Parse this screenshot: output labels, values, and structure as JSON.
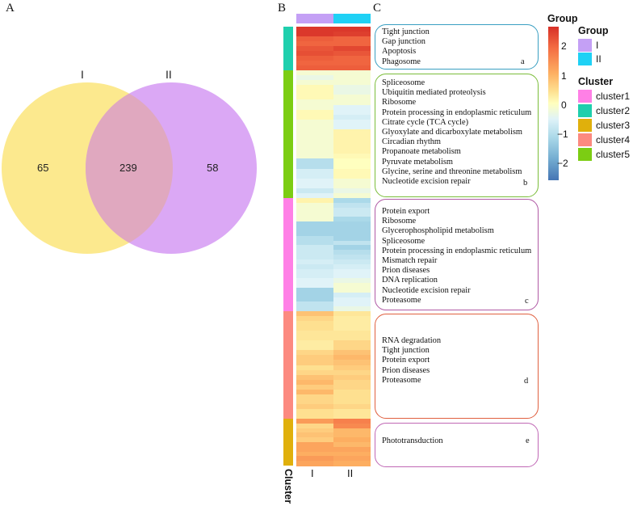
{
  "panels": {
    "A": "A",
    "B": "B",
    "C": "C"
  },
  "venn": {
    "set_labels": [
      "I",
      "II"
    ],
    "only_I": "65",
    "intersection": "239",
    "only_II": "58",
    "colors": {
      "I": "#fce98e",
      "II": "#dba8f5",
      "overlap": "#e0a8bf"
    }
  },
  "heatmap": {
    "column_labels": [
      "I",
      "II"
    ],
    "cluster_axis_label": "Cluster",
    "group_colors": {
      "I": "#c4a0f5",
      "II": "#1fd1f5"
    },
    "cluster_colors": {
      "cluster1": "#ff80e6",
      "cluster2": "#1fcfad",
      "cluster3": "#e0b00c",
      "cluster4": "#fc8a80",
      "cluster5": "#7ccd13"
    }
  },
  "pathway_boxes": [
    {
      "letter": "a",
      "border": "#3a9fc2",
      "items": [
        "Tight junction",
        "Gap junction",
        "Apoptosis",
        "Phagosome"
      ]
    },
    {
      "letter": "b",
      "border": "#7bbd3a",
      "items": [
        "Spliceosome",
        "Ubiquitin mediated proteolysis",
        "Ribosome",
        "Protein processing in endoplasmic reticulum",
        "Citrate cycle (TCA cycle)",
        "Glyoxylate and dicarboxylate metabolism",
        "Circadian rhythm",
        "Propanoate metabolism",
        "Pyruvate metabolism",
        "Glycine, serine and threonine metabolism",
        "Nucleotide excision repair"
      ]
    },
    {
      "letter": "c",
      "border": "#b05aa5",
      "items": [
        "Protein export",
        "Ribosome",
        "Glycerophospholipid metabolism",
        "Spliceosome",
        "Protein processing in endoplasmic reticulum",
        "Mismatch repair",
        "Prion diseases",
        "DNA replication",
        "Nucleotide excision repair",
        "Proteasome"
      ]
    },
    {
      "letter": "d",
      "border": "#e06040",
      "items": [
        "RNA degradation",
        "Tight junction",
        "Protein export",
        "Prion diseases",
        "Proteasome"
      ]
    },
    {
      "letter": "e",
      "border": "#c068b5",
      "items": [
        "Phototransduction"
      ]
    }
  ],
  "legend": {
    "colorbar_title": "Group",
    "colorbar_ticks": [
      "2",
      "1",
      "0",
      "−1",
      "−2"
    ],
    "group_title": "Group",
    "group_items": [
      "I",
      "II"
    ],
    "cluster_title": "Cluster",
    "cluster_items": [
      "cluster1",
      "cluster2",
      "cluster3",
      "cluster4",
      "cluster5"
    ]
  },
  "chart_data": [
    {
      "type": "venn",
      "title": "A",
      "sets": [
        "I",
        "II"
      ],
      "values": {
        "I_only": 65,
        "I_and_II": 239,
        "II_only": 58
      }
    },
    {
      "type": "heatmap",
      "title": "B",
      "columns": [
        "I",
        "II"
      ],
      "color_scale": {
        "min": -2.5,
        "max": 2.5,
        "low": "#4575b4",
        "mid": "#ffffbf",
        "high": "#d73027",
        "ticks": [
          2,
          1,
          0,
          -1,
          -2
        ]
      },
      "row_clusters": [
        {
          "name": "cluster2",
          "approx_rows": 9,
          "approx_values": {
            "I": [
              2.4,
              2.4,
              1.9,
              1.8,
              2.0,
              2.1,
              1.9,
              1.8,
              1.9
            ],
            "II": [
              2.4,
              2.3,
              1.8,
              1.8,
              2.2,
              2.0,
              1.8,
              1.8,
              1.9
            ]
          }
        },
        {
          "name": "cluster5",
          "approx_rows": 26,
          "approx_values": {
            "I": [
              -0.1,
              -0.2,
              -0.1,
              0.1,
              0.1,
              0.1,
              -0.1,
              -0.1,
              0.1,
              0.1,
              -0.1,
              -0.1,
              -0.1,
              -0.1,
              -0.1,
              -0.1,
              -0.1,
              -0.1,
              -0.7,
              -0.7,
              -0.4,
              -0.4,
              -0.3,
              -0.3,
              -0.5,
              -0.3
            ],
            "II": [
              -0.1,
              -0.1,
              -0.1,
              -0.2,
              -0.2,
              -0.1,
              -0.1,
              -0.3,
              -0.3,
              -0.4,
              -0.3,
              -0.3,
              0.2,
              0.2,
              0.2,
              0.2,
              0.2,
              0.1,
              0.0,
              0.0,
              0.1,
              0.1,
              -0.1,
              -0.1,
              -0.2,
              -0.1
            ]
          }
        },
        {
          "name": "cluster1",
          "approx_rows": 24,
          "approx_values": {
            "I": [
              0.2,
              -0.1,
              -0.1,
              -0.1,
              -0.1,
              -0.9,
              -0.9,
              -0.9,
              -0.7,
              -0.7,
              -0.5,
              -0.5,
              -0.5,
              -0.4,
              -0.5,
              -0.4,
              -0.4,
              -0.3,
              -0.3,
              -0.9,
              -0.9,
              -0.9,
              -0.6,
              -0.6
            ],
            "II": [
              -0.8,
              -0.6,
              -0.5,
              -0.5,
              -0.8,
              -0.9,
              -0.9,
              -0.9,
              -0.9,
              -0.6,
              -0.9,
              -0.7,
              -0.6,
              -0.5,
              -0.4,
              -0.3,
              -0.3,
              -0.2,
              -0.1,
              -0.1,
              -0.4,
              -0.3,
              -0.3,
              -0.2
            ]
          }
        },
        {
          "name": "cluster4",
          "approx_rows": 22,
          "approx_values": {
            "I": [
              0.8,
              0.6,
              0.5,
              0.5,
              0.4,
              0.4,
              0.3,
              0.3,
              0.6,
              0.7,
              0.7,
              0.5,
              0.6,
              0.8,
              0.9,
              0.7,
              0.9,
              0.6,
              0.6,
              0.7,
              0.5,
              0.5
            ],
            "II": [
              0.4,
              0.3,
              0.3,
              0.3,
              0.4,
              0.4,
              0.6,
              0.6,
              0.8,
              0.9,
              0.8,
              0.7,
              0.6,
              0.7,
              0.6,
              0.6,
              0.5,
              0.5,
              0.5,
              0.6,
              0.4,
              0.4
            ]
          }
        },
        {
          "name": "cluster3",
          "approx_rows": 10,
          "approx_values": {
            "I": [
              1.2,
              0.6,
              0.7,
              0.8,
              0.7,
              1.1,
              1.1,
              1.0,
              1.2,
              1.1
            ],
            "II": [
              1.5,
              1.4,
              0.9,
              0.9,
              1.0,
              0.9,
              1.1,
              1.0,
              1.1,
              1.0
            ]
          }
        }
      ]
    }
  ]
}
